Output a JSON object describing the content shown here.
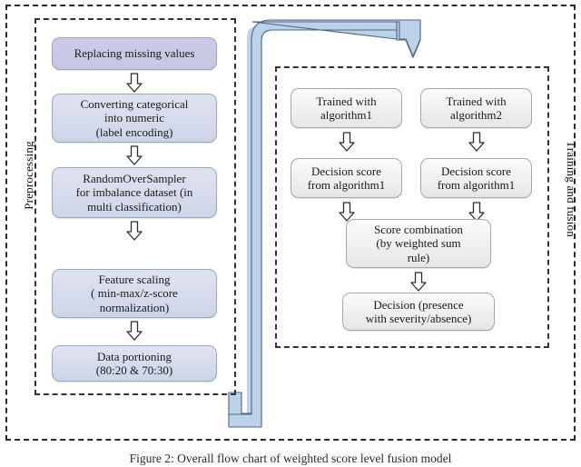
{
  "figure": {
    "caption": "Figure 2: Overall flow chart of weighted score level fusion model"
  },
  "groups": {
    "preprocessing": {
      "label": "Preprocessing"
    },
    "training": {
      "label": "Training and fusion"
    }
  },
  "preprocessing_nodes": [
    {
      "id": "replacing-missing-values",
      "text": "Replacing missing values"
    },
    {
      "id": "converting-categorical",
      "text": "Converting categorical\ninto numeric\n(label encoding)"
    },
    {
      "id": "random-over-sampler",
      "text": "RandomOverSampler\nfor imbalance dataset (in\nmulti classification)"
    },
    {
      "id": "feature-scaling",
      "text": "Feature scaling\n( min-max/z-score\nnormalization)"
    },
    {
      "id": "data-portioning",
      "text": "Data portioning\n(80:20 & 70:30)"
    }
  ],
  "training_nodes": [
    {
      "id": "trained-algorithm1",
      "text": "Trained with\nalgorithm1"
    },
    {
      "id": "trained-algorithm2",
      "text": "Trained with\nalgorithm2"
    },
    {
      "id": "decision-score-left",
      "text": "Decision score\nfrom algorithm1"
    },
    {
      "id": "decision-score-right",
      "text": "Decision score\nfrom algorithm1"
    },
    {
      "id": "score-combination",
      "text": "Score combination\n(by weighted sum\nrule)"
    },
    {
      "id": "final-decision",
      "text": "Decision (presence\nwith severity/absence)"
    }
  ],
  "icons": {
    "block_arrow": "down-block-arrow-icon",
    "flow_connector": "elbow-flow-arrow-icon"
  },
  "colors": {
    "box_lavender_strong": "#cdcbe6",
    "box_lavender": "#dfe3f0",
    "box_gray": "#fbfbfc",
    "connector_blue": "#bad3ea",
    "frame_dash": "#2b2b2b"
  }
}
